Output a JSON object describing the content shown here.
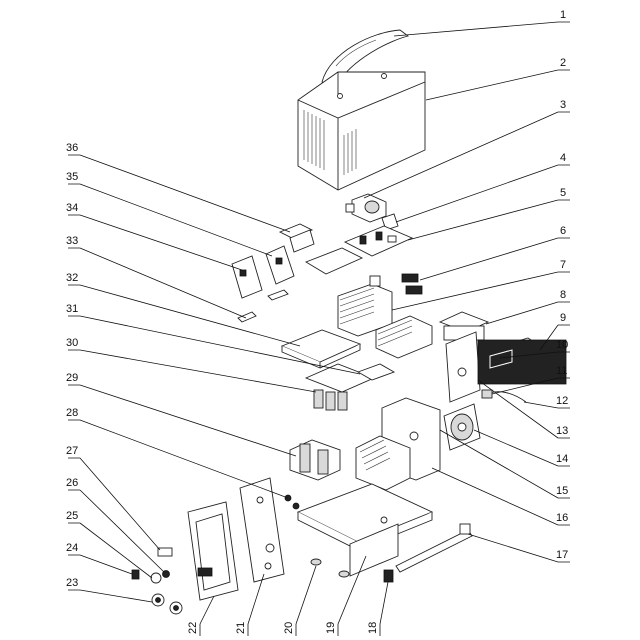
{
  "labels": {
    "1": "1",
    "2": "2",
    "3": "3",
    "4": "4",
    "5": "5",
    "6": "6",
    "7": "7",
    "8": "8",
    "9": "9",
    "10": "10",
    "11": "11",
    "12": "12",
    "13": "13",
    "14": "14",
    "15": "15",
    "16": "16",
    "17": "17",
    "18": "18",
    "19": "19",
    "20": "20",
    "21": "21",
    "22": "22",
    "23": "23",
    "24": "24",
    "25": "25",
    "26": "26",
    "27": "27",
    "28": "28",
    "29": "29",
    "30": "30",
    "31": "31",
    "32": "32",
    "33": "33",
    "34": "34",
    "35": "35",
    "36": "36"
  }
}
